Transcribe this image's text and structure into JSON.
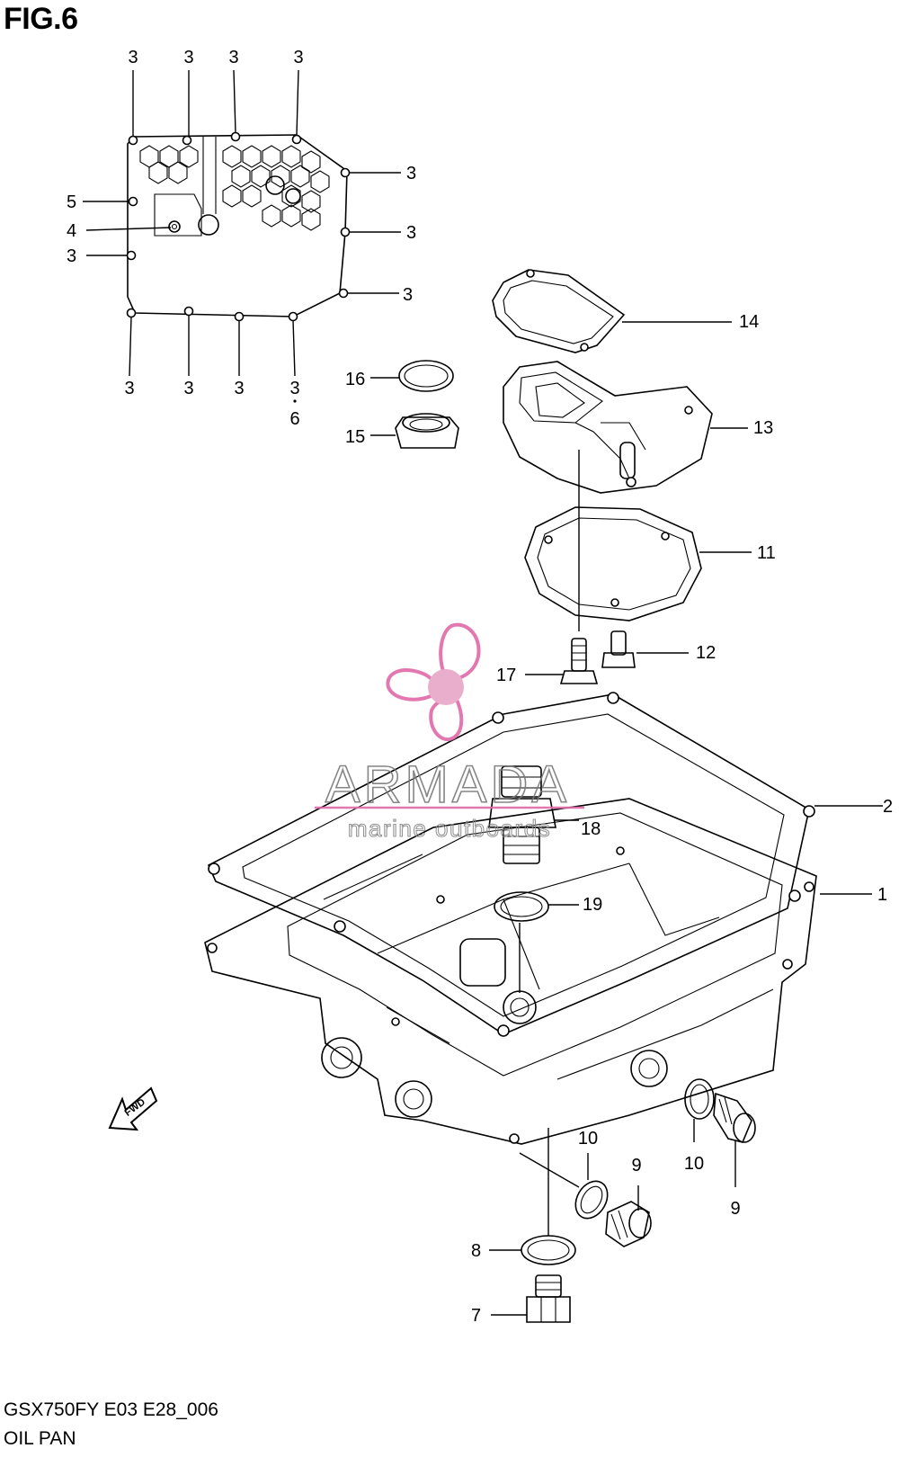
{
  "figure": {
    "title": "FIG.6",
    "model_code": "GSX750FY E03 E28_006",
    "name": "OIL PAN"
  },
  "watermark": {
    "brand": "ARMADA",
    "tagline": "marine outboards",
    "color": "#e06aa8"
  },
  "callouts": {
    "c1": "1",
    "c2": "2",
    "c4": "4",
    "c5": "5",
    "c6": "6",
    "c7": "7",
    "c8": "8",
    "c9a": "9",
    "c9b": "9",
    "c10a": "10",
    "c10b": "10",
    "c11": "11",
    "c12": "12",
    "c13": "13",
    "c14": "14",
    "c15": "15",
    "c16": "16",
    "c17": "17",
    "c18": "18",
    "c19": "19",
    "c3_t1": "3",
    "c3_t2": "3",
    "c3_t3": "3",
    "c3_t4": "3",
    "c3_r1": "3",
    "c3_r2": "3",
    "c3_r3": "3",
    "c3_l": "3",
    "c3_b1": "3",
    "c3_b2": "3",
    "c3_b3": "3",
    "c3_b4": "3"
  },
  "icons": {
    "direction": "fwd-arrow-icon",
    "direction_text": "FWD"
  }
}
